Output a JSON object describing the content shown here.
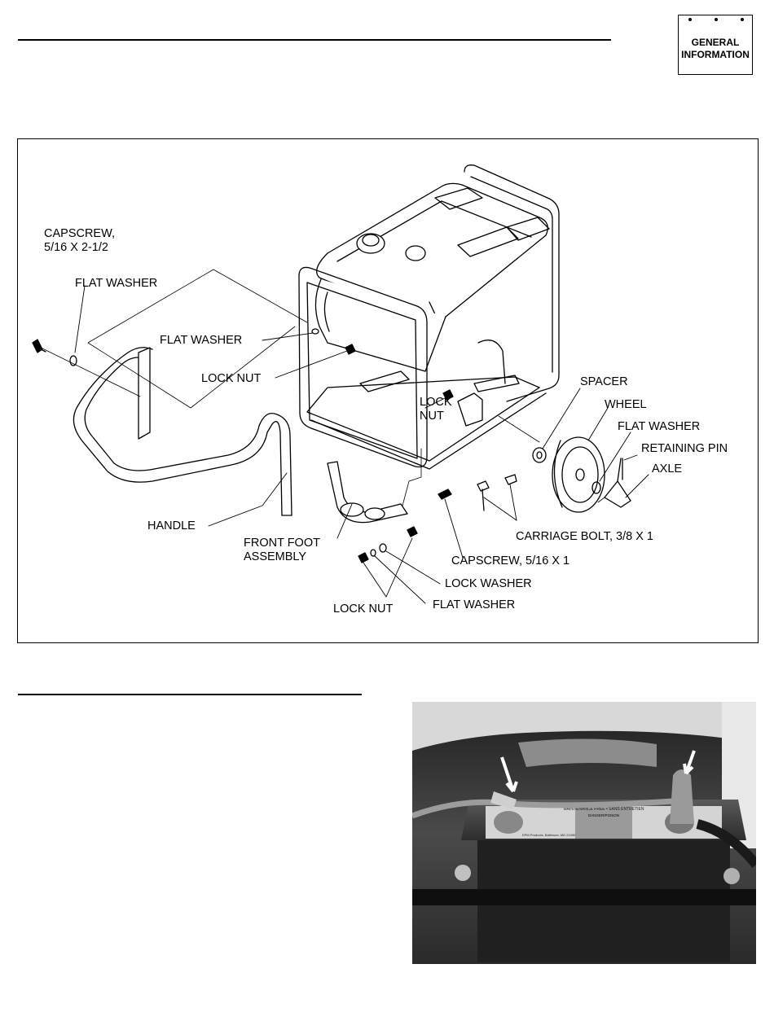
{
  "tab": {
    "line1": "GENERAL",
    "line2": "INFORMATION"
  },
  "figure": {
    "labels": {
      "capscrew_long_1": "CAPSCREW,",
      "capscrew_long_2": "5/16 X 2-1/2",
      "flat_washer_handle": "FLAT WASHER",
      "flat_washer_frame": "FLAT WASHER",
      "lock_nut_frame": "LOCK NUT",
      "lock_nut_mid_1": "LOCK",
      "lock_nut_mid_2": "NUT",
      "spacer": "SPACER",
      "wheel": "WHEEL",
      "flat_washer_wheel": "FLAT WASHER",
      "retaining_pin": "RETAINING PIN",
      "axle": "AXLE",
      "handle": "HANDLE",
      "front_foot_1": "FRONT FOOT",
      "front_foot_2": "ASSEMBLY",
      "carriage_bolt": "CARRIAGE BOLT, 3/8 X 1",
      "capscrew_short": "CAPSCREW, 5/16 X 1",
      "lock_washer": "LOCK WASHER",
      "flat_washer_foot": "FLAT WASHER",
      "lock_nut_foot": "LOCK NUT"
    }
  },
  "photo": {
    "battery_label_1": "MAINTENANCE FREE • SANS ENTRETIEN",
    "battery_label_2": "DANGER/POISON",
    "battery_maker": "EPM Products, Baltimore, MD 21090"
  }
}
